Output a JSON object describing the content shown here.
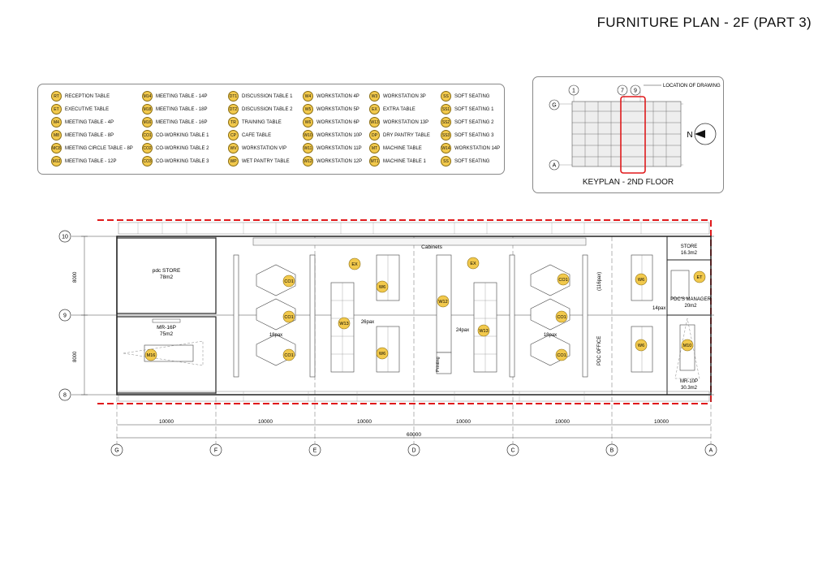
{
  "sheet_title": "FURNITURE PLAN - 2F (PART 3)",
  "legend": [
    {
      "code": "RT",
      "label": "RECEPTION TABLE"
    },
    {
      "code": "ET",
      "label": "EXECUTIVE TABLE"
    },
    {
      "code": "M4",
      "label": "MEETING TABLE - 4P"
    },
    {
      "code": "M8",
      "label": "MEETING TABLE - 8P"
    },
    {
      "code": "MC8",
      "label": "MEETING CIRCLE TABLE - 8P"
    },
    {
      "code": "M12",
      "label": "MEETING TABLE - 12P"
    },
    {
      "code": "M14",
      "label": "MEETING TABLE - 14P"
    },
    {
      "code": "M18",
      "label": "MEETING TABLE - 18P"
    },
    {
      "code": "M16",
      "label": "MEETING TABLE - 16P"
    },
    {
      "code": "CO1",
      "label": "CO-WORKING TABLE 1"
    },
    {
      "code": "CO2",
      "label": "CO-WORKING TABLE 2"
    },
    {
      "code": "CO3",
      "label": "CO-WORKING TABLE 3"
    },
    {
      "code": "DT1",
      "label": "DISCUSSION TABLE 1"
    },
    {
      "code": "DT2",
      "label": "DISCUSSION TABLE 2"
    },
    {
      "code": "TR",
      "label": "TRAINING TABLE"
    },
    {
      "code": "CP",
      "label": "CAFE TABLE"
    },
    {
      "code": "WV",
      "label": "WORKSTATION VIP"
    },
    {
      "code": "WP",
      "label": "WET PANTRY TABLE"
    },
    {
      "code": "W4",
      "label": "WORKSTATION 4P"
    },
    {
      "code": "W5",
      "label": "WORKSTATION 5P"
    },
    {
      "code": "W6",
      "label": "WORKSTATION 6P"
    },
    {
      "code": "W10",
      "label": "WORKSTATION 10P"
    },
    {
      "code": "W11",
      "label": "WORKSTATION 11P"
    },
    {
      "code": "W12",
      "label": "WORKSTATION 12P"
    },
    {
      "code": "W3",
      "label": "WORKSTATION 3P"
    },
    {
      "code": "EX",
      "label": "EXTRA TABLE"
    },
    {
      "code": "W13",
      "label": "WORKSTATION 13P"
    },
    {
      "code": "DP",
      "label": "DRY PANTRY TABLE"
    },
    {
      "code": "MT",
      "label": "MACHINE TABLE"
    },
    {
      "code": "MT1",
      "label": "MACHINE TABLE 1"
    },
    {
      "code": "SS",
      "label": "SOFT SEATING"
    },
    {
      "code": "SS1",
      "label": "SOFT SEATING 1"
    },
    {
      "code": "SS2",
      "label": "SOFT SEATING 2"
    },
    {
      "code": "SS3",
      "label": "SOFT SEATING 3"
    },
    {
      "code": "W14",
      "label": "WORKSTATION 14P"
    },
    {
      "code": "SS",
      "label": "SOFT SEATING"
    }
  ],
  "keyplan": {
    "title": "KEYPLAN - 2ND FLOOR",
    "location_label": "LOCATION OF DRAWING",
    "grid_top": [
      "1",
      "7",
      "9"
    ],
    "grid_left": [
      "G",
      "A"
    ],
    "north": "N"
  },
  "plan": {
    "grid_rows": [
      "10",
      "9",
      "8"
    ],
    "grid_cols": [
      "G",
      "F",
      "E",
      "D",
      "C",
      "B",
      "A"
    ],
    "row_dims": [
      "8000",
      "8000"
    ],
    "col_dims": [
      "10000",
      "10000",
      "10000",
      "10000",
      "10000",
      "10000"
    ],
    "total_dim": "60000",
    "rooms": {
      "pdc_store": "pdc STORE",
      "pdc_store_area": "78m2",
      "mr16": "MR-16P",
      "mr16_area": "75m2",
      "store": "STORE",
      "store_area": "16.3m2",
      "manager": "PDC'S MANAGER",
      "manager_area": "20m2",
      "mr10": "MR-10P",
      "mr10_area": "30.3m2",
      "cabinets": "Cabinets",
      "printing": "Printing",
      "pdc_office": "PDC OFFICE",
      "pax_116": "(116pax)",
      "pax_14": "14pax",
      "pax_18a": "18pax",
      "pax_26": "26pax",
      "pax_24": "24pax",
      "pax_18b": "18pax"
    },
    "tags": [
      "CO1",
      "CO1",
      "CO1",
      "EX",
      "W6",
      "W13",
      "W6",
      "W12",
      "EX",
      "W13",
      "CO1",
      "CO1",
      "CO1",
      "W6",
      "W6",
      "ET",
      "M10",
      "M16"
    ]
  },
  "colors": {
    "tag_fill": "#f2c94c",
    "tag_stroke": "#8a6d12",
    "boundary": "#e0191b",
    "line": "#333333"
  }
}
